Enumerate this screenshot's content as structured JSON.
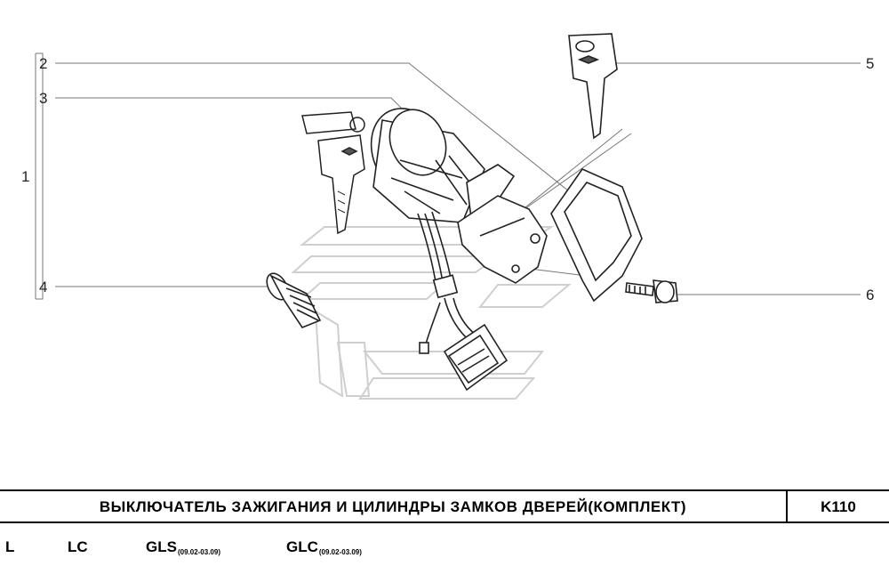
{
  "callouts": {
    "c1": "1",
    "c2": "2",
    "c3": "3",
    "c4": "4",
    "c5": "5",
    "c6": "6"
  },
  "title": "ВЫКЛЮЧАТЕЛЬ ЗАЖИГАНИЯ И ЦИЛИНДРЫ ЗАМКОВ ДВЕРЕЙ(КОМПЛЕКТ)",
  "code": "K110",
  "variants": [
    {
      "name": "L",
      "range": ""
    },
    {
      "name": "LC",
      "range": ""
    },
    {
      "name": "GLS",
      "range": "(09.02-03.09)"
    },
    {
      "name": "GLC",
      "range": "(09.02-03.09)"
    }
  ]
}
